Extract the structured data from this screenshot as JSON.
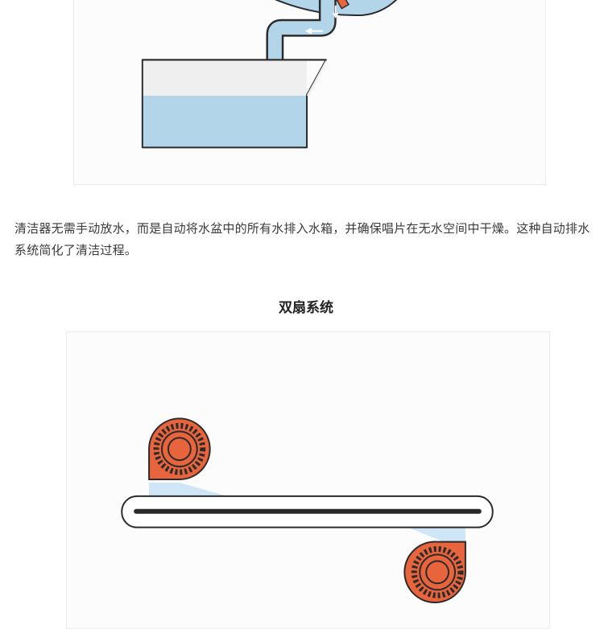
{
  "article": {
    "paragraph": "清洁器无需手动放水，而是自动将水盆中的所有水排入水箱，并确保唱片在无水空间中干燥。这种自动排水系统简化了清洁过程。",
    "section_title": "双扇系统"
  },
  "colors": {
    "water": "#b3d5ea",
    "fan": "#e8643c",
    "outline": "#2b2b2b",
    "rail": "#2b2b2b",
    "airflow": "#cfe6f6"
  },
  "illustrations": {
    "drain": {
      "icons": [
        "basin-bowl",
        "drain-pipe",
        "flow-arrow",
        "water-tank",
        "valve"
      ]
    },
    "dual_fan": {
      "icons": [
        "fan-top-left",
        "fan-bottom-right",
        "record-slot",
        "airflow"
      ]
    }
  }
}
